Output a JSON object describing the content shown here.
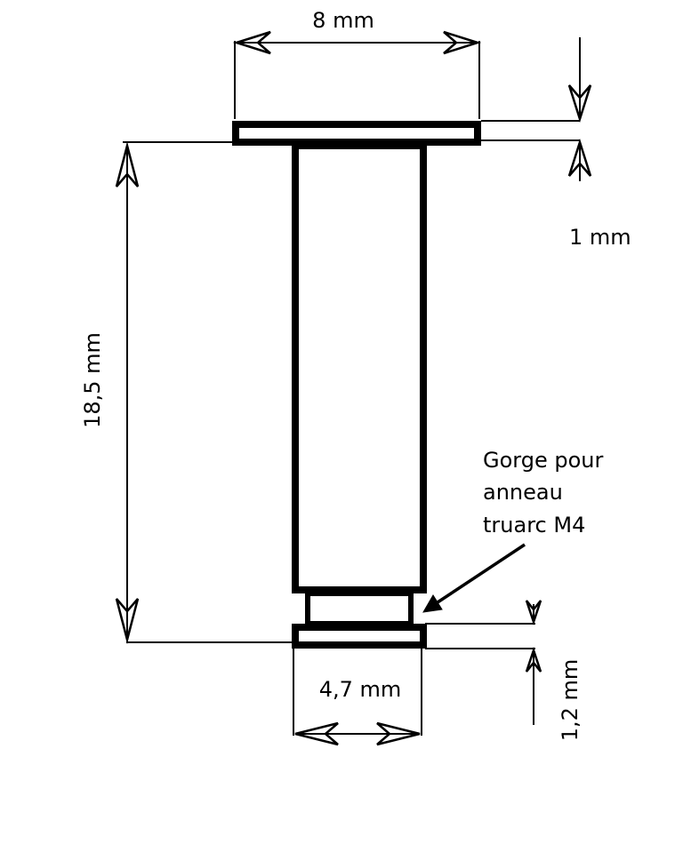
{
  "dimensions": {
    "head_width": "8 mm",
    "head_thickness": "1 mm",
    "shank_length": "18,5 mm",
    "end_width": "4,7 mm",
    "end_thickness": "1,2 mm"
  },
  "annotation": {
    "line1": "Gorge pour",
    "line2": "anneau",
    "line3": "truarc M4"
  },
  "colors": {
    "ink": "#000000",
    "paper": "#ffffff"
  }
}
